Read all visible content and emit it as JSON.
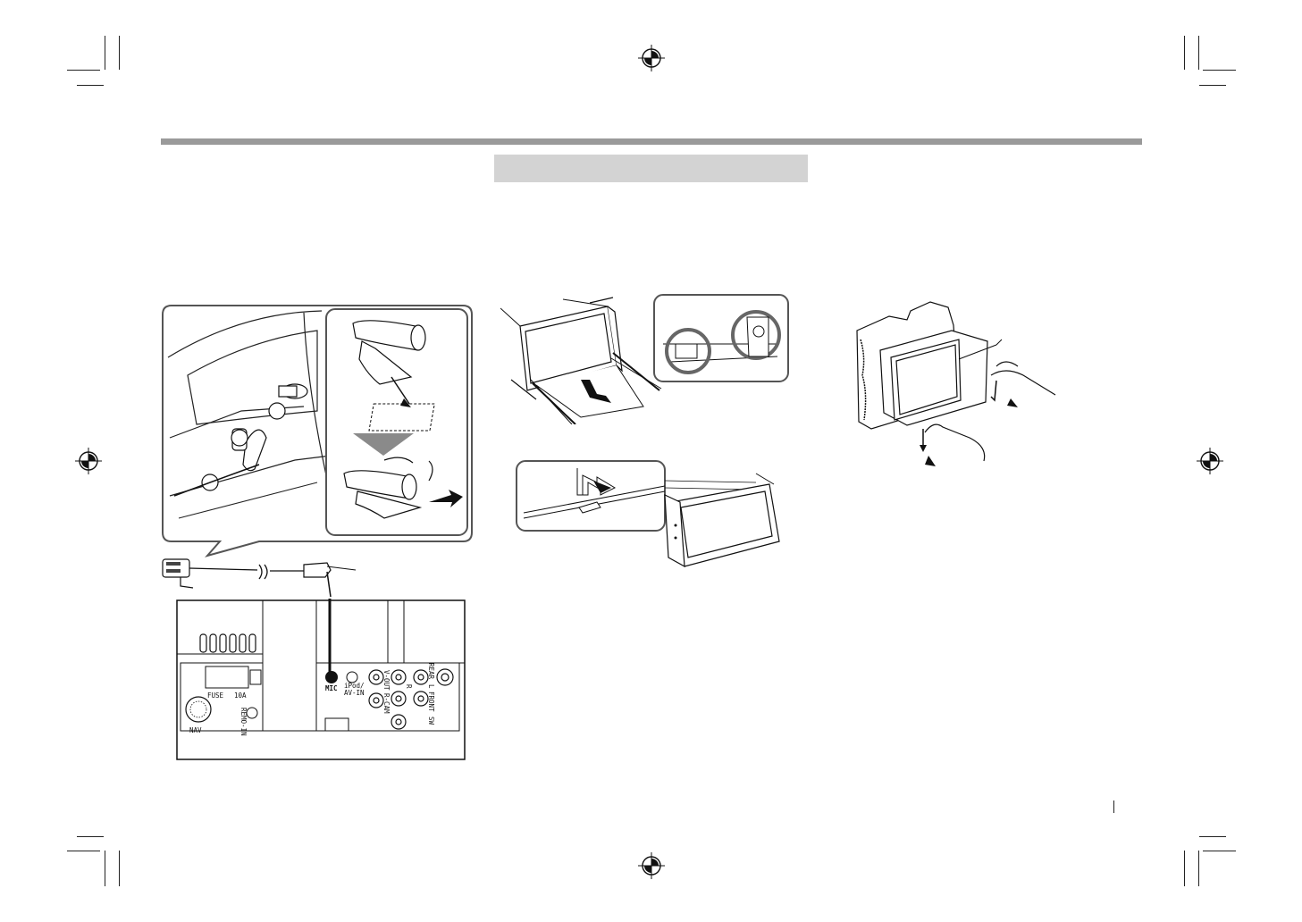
{
  "page": {
    "background": "#ffffff",
    "rule_color": "#9a9a9a",
    "band_color": "#d3d3d3"
  },
  "rear_panel": {
    "fuse_label": "FUSE",
    "fuse_rating": "10A",
    "nav_label": "NAV",
    "remote_label": "REMO-IN",
    "mic_label": "MIC",
    "ipod_label": "iPod/",
    "avin_label": "AV-IN",
    "vout_label": "V-OUT",
    "rcam_label": "R-CAM",
    "r_label": "R",
    "l_label": "L",
    "rear_label": "REAR",
    "front_label": "FRONT",
    "sw_label": "SW"
  },
  "icons": {
    "registration": "registration-mark-icon",
    "arrow": "arrow-icon"
  }
}
